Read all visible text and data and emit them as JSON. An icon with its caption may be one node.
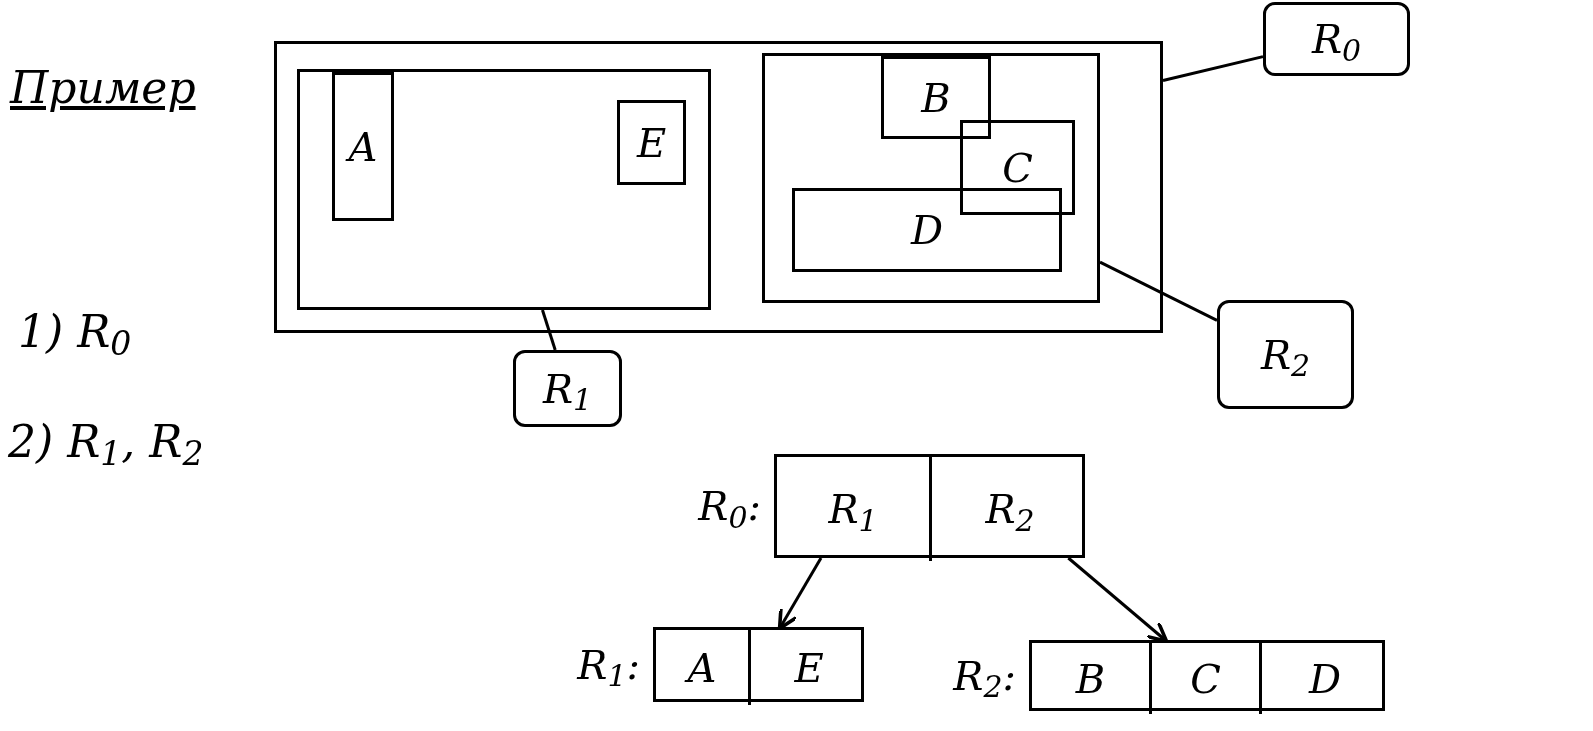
{
  "diagram": {
    "nodes": [
      {
        "text": [],
        "shape": "box"
      },
      {
        "text": [],
        "shape": "box",
        "in": 0
      },
      {
        "text": [
          "A"
        ],
        "in": 1
      },
      {
        "text": [
          "E"
        ],
        "in": 1
      },
      {
        "text": [],
        "shape": "box",
        "in": 0
      },
      {
        "text": [
          "B"
        ],
        "in": 4
      },
      {
        "text": [
          "C"
        ],
        "in": 4
      },
      {
        "text": [
          "D"
        ],
        "in": 4
      },
      {
        "text": [
          "R$_{0}$"
        ]
      },
      {
        "text": [
          "R$_{1}$"
        ]
      },
      {
        "text": [
          "R$_{2}$"
        ]
      },
      {
        "text": [],
        "shape": "box",
        "beside": [
          "R$_{0}$:"
        ]
      },
      {
        "text": [
          "R$_{1}$"
        ],
        "in": 11
      },
      {
        "text": [
          "R$_{2}$"
        ],
        "in": 11
      },
      {
        "text": [],
        "shape": "box",
        "beside": [
          "R$_{1}$:"
        ]
      },
      {
        "text": [
          "A"
        ],
        "in": 14
      },
      {
        "text": [
          "E"
        ],
        "in": 14
      },
      {
        "text": [],
        "shape": "box",
        "beside": [
          "R$_{2}$:"
        ]
      },
      {
        "text": [
          "B"
        ],
        "in": 17
      },
      {
        "text": [
          "C"
        ],
        "in": 17
      },
      {
        "text": [
          "D"
        ],
        "in": 17
      }
    ],
    "edges": [
      {
        "from": 8,
        "to": 0,
        "arrow": "none"
      },
      {
        "from": 9,
        "to": 1,
        "arrow": "none"
      },
      {
        "from": 10,
        "to": 4,
        "arrow": "none"
      },
      {
        "from": 12,
        "to": 14,
        "arrow": "to"
      },
      {
        "from": 13,
        "to": 17,
        "arrow": "to"
      }
    ],
    "labels": [
      "Пример",
      "1) R$_{0}$",
      "2) R$_{1}$, R$_{2}$"
    ]
  }
}
